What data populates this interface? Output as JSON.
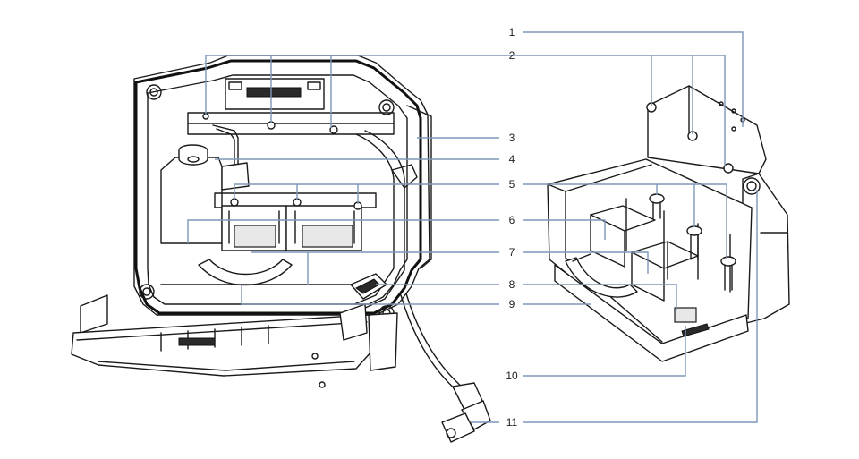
{
  "callouts": [
    {
      "id": "1",
      "label": "1"
    },
    {
      "id": "2",
      "label": "2"
    },
    {
      "id": "3",
      "label": "3"
    },
    {
      "id": "4",
      "label": "4"
    },
    {
      "id": "5",
      "label": "5"
    },
    {
      "id": "6",
      "label": "6"
    },
    {
      "id": "7",
      "label": "7"
    },
    {
      "id": "8",
      "label": "8"
    },
    {
      "id": "9",
      "label": "9"
    },
    {
      "id": "10",
      "label": "10"
    },
    {
      "id": "11",
      "label": "11"
    }
  ],
  "colors": {
    "leader": "#7e97b8",
    "ink": "#1a1a1a",
    "background": "#ffffff"
  }
}
